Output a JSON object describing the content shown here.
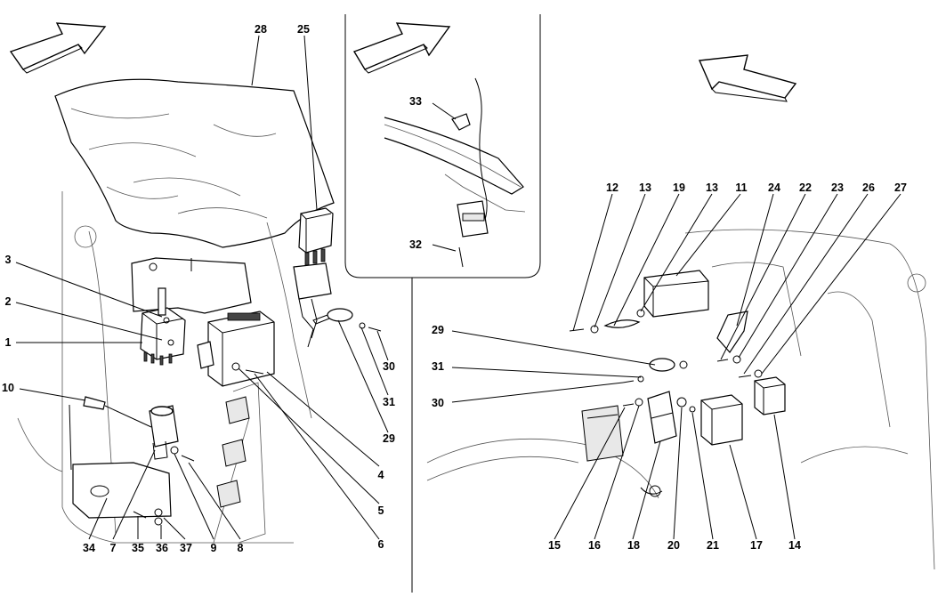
{
  "callouts": {
    "left": [
      "28",
      "25",
      "3",
      "2",
      "1",
      "10",
      "34",
      "7",
      "35",
      "36",
      "37",
      "9",
      "8",
      "30",
      "31",
      "29",
      "4",
      "5",
      "6"
    ],
    "inset": [
      "33",
      "32"
    ],
    "right": [
      "12",
      "13",
      "19",
      "13",
      "11",
      "24",
      "22",
      "23",
      "26",
      "27",
      "29",
      "31",
      "30",
      "15",
      "16",
      "18",
      "20",
      "21",
      "17",
      "14"
    ]
  }
}
